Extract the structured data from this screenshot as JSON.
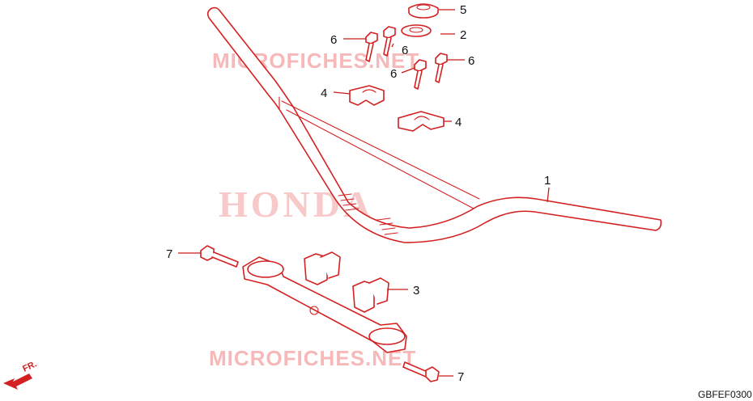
{
  "watermarks": {
    "top": "MICROFICHES.NET",
    "center": "HONDA",
    "bottom": "MICROFICHES.NET"
  },
  "callouts": [
    {
      "id": "1",
      "label": "1"
    },
    {
      "id": "2",
      "label": "2"
    },
    {
      "id": "3",
      "label": "3"
    },
    {
      "id": "4a",
      "label": "4"
    },
    {
      "id": "4b",
      "label": "4"
    },
    {
      "id": "5",
      "label": "5"
    },
    {
      "id": "6a",
      "label": "6"
    },
    {
      "id": "6b",
      "label": "6"
    },
    {
      "id": "6c",
      "label": "6"
    },
    {
      "id": "6d",
      "label": "6"
    },
    {
      "id": "7a",
      "label": "7"
    },
    {
      "id": "7b",
      "label": "7"
    }
  ],
  "front_indicator": "FR.",
  "diagram_code": "GBFEF0300",
  "colors": {
    "part_stroke": "#d42020",
    "watermark": "#f6b8b8",
    "text": "#111111"
  }
}
